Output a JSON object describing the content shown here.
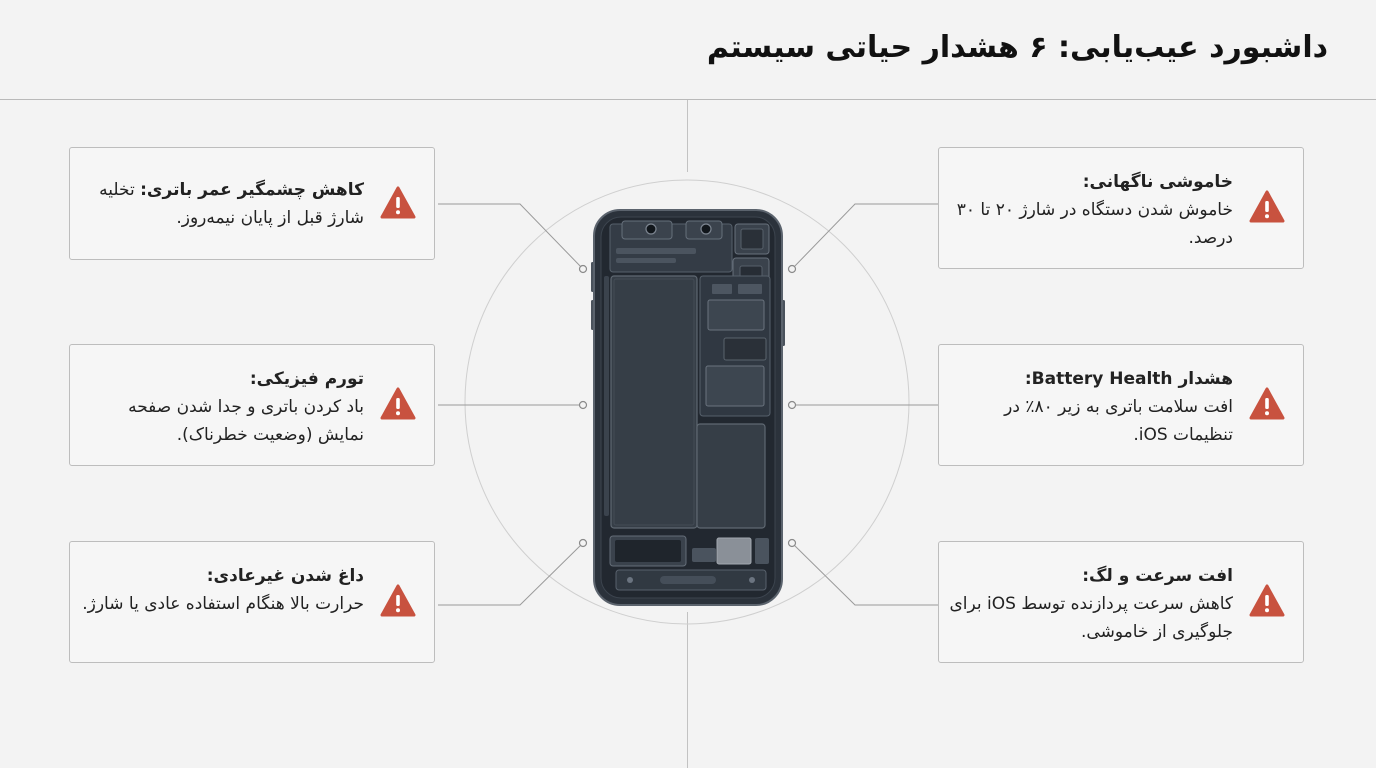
{
  "page": {
    "title": "داشبورد عیب‌یابی: ۶ هشدار حیاتی سیستم"
  },
  "colors": {
    "warning": "#c8523f",
    "phone_body": "#2b323b",
    "card_border": "#bdbdbd",
    "background": "#f3f3f3"
  },
  "warnings": [
    {
      "title": "خاموشی ناگهانی:",
      "body": "خاموش شدن دستگاه در شارژ ۲۰ تا ۳۰ درصد.",
      "icon": "warning-triangle-icon"
    },
    {
      "title": "هشدار Battery Health:",
      "body": "افت سلامت باتری به زیر ۸۰٪ در تنظیمات iOS.",
      "icon": "warning-triangle-icon"
    },
    {
      "title": "افت سرعت و لگ:",
      "body": "کاهش سرعت پردازنده توسط iOS برای جلوگیری از خاموشی.",
      "icon": "warning-triangle-icon"
    },
    {
      "title": "کاهش چشمگیر عمر باتری:",
      "body": "تخلیه شارژ قبل از پایان نیمه‌روز.",
      "icon": "warning-triangle-icon"
    },
    {
      "title": "تورم فیزیکی:",
      "body": "باد کردن باتری و جدا شدن صفحه نمایش (وضعیت خطرناک).",
      "icon": "warning-triangle-icon"
    },
    {
      "title": "داغ شدن غیرعادی:",
      "body": "حرارت بالا هنگام استفاده عادی یا شارژ.",
      "icon": "warning-triangle-icon"
    }
  ]
}
